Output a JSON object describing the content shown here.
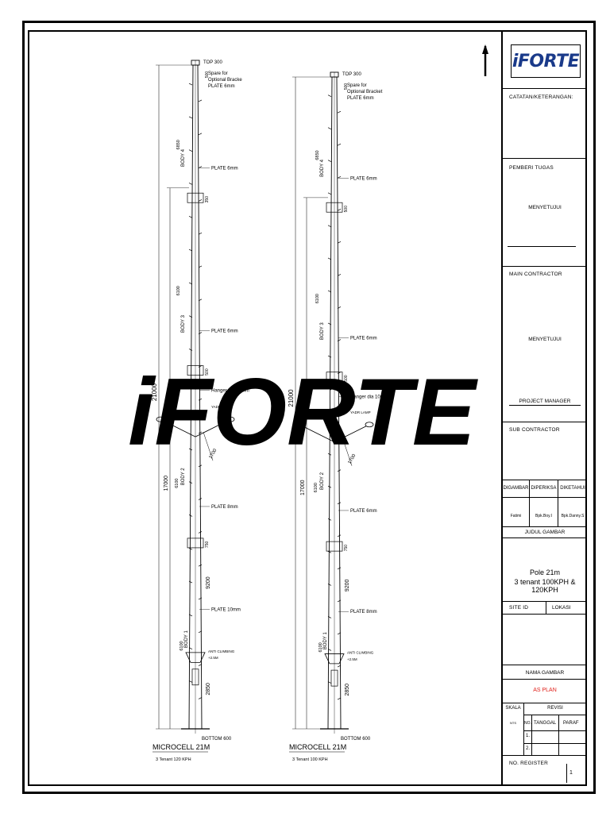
{
  "brand": "iFORTE",
  "watermark": "iFORTE",
  "title_block": {
    "notes_label": "CATATAN/KETERANGAN:",
    "assigner_label": "PEMBERI TUGAS",
    "approve1": "MENYETUJUI",
    "main_contractor_label": "MAIN CONTRACTOR",
    "approve2": "MENYETUJUI",
    "project_manager": "PROJECT MANAGER",
    "sub_contractor_label": "SUB CONTRACTOR",
    "drawn_label": "DIGAMBAR",
    "checked_label": "DIPERIKSA",
    "known_label": "DIKETAHUI",
    "drawn_by": "Fatimi",
    "checked_by": "Bpk.Boy.I",
    "known_by": "Bpk.Danny.S",
    "drawing_title_label": "JUDUL GAMBAR",
    "drawing_title_1": "Pole 21m",
    "drawing_title_2": "3 tenant 100KPH & 120KPH",
    "site_id_label": "SITE ID",
    "location_label": "LOKASI",
    "drawing_name_label": "NAMA GAMBAR",
    "drawing_name": "AS PLAN",
    "scale_label": "SKALA",
    "scale_value": "NTS",
    "revision_label": "REVISI",
    "no_label": "NO.",
    "date_label": "TANGGAL",
    "sign_label": "PARAF",
    "rev_1": "1.",
    "rev_2": "2.",
    "register_label": "NO. REGISTER",
    "sheet_no": "1"
  },
  "poles": [
    {
      "name": "MICROCELL 21M",
      "subtitle": "3 Tenant 120 KPH",
      "top": "TOP 300",
      "spare_1": "Spare for",
      "spare_2": "Optional Bracke",
      "spare_3": "PLATE 6mm",
      "plate_a": "PLATE 6mm",
      "plate_b": "PLATE 6mm",
      "hanger": "Hanger dia 10mm",
      "lamp": "YADR LAMP",
      "plate_c": "PLATE 8mm",
      "plate_d": "PLATE 10mm",
      "anti_1": "ANTI CLIMBING",
      "anti_2": "+2.5M",
      "bottom": "BOTTOM 600",
      "total": "21000",
      "h17": "17000",
      "b4": "6850",
      "b3": "6100",
      "b2": "6100",
      "b1": "6100",
      "h9200": "9200",
      "h2850": "2850",
      "j500a": "500",
      "j350": "350",
      "j500b": "500",
      "j750": "750",
      "arm": "1700",
      "body4": "BODY 4",
      "body3": "BODY 3",
      "body2": "BODY 2",
      "body1": "BODY 1"
    },
    {
      "name": "MICROCELL 21M",
      "subtitle": "3 Tenant 100 KPH",
      "top": "TOP 300",
      "spare_1": "Spare for",
      "spare_2": "Optional Bracket",
      "spare_3": "PLATE 6mm",
      "plate_a": "PLATE 6mm",
      "plate_b": "PLATE 6mm",
      "hanger": "Hanger dia 10mm",
      "lamp": "YADR LAMP",
      "plate_c": "PLATE 6mm",
      "plate_d": "PLATE 8mm",
      "anti_1": "ANTI CLIMBING",
      "anti_2": "+2.5M",
      "bottom": "BOTTOM 600",
      "total": "21000",
      "h17": "17000",
      "b4": "6850",
      "b3": "6100",
      "b2": "6100",
      "b1": "6100",
      "h9200": "9200",
      "h2850": "2850",
      "j500a": "500",
      "j350": "500",
      "j500b": "500",
      "j750": "750",
      "arm": "1700",
      "body4": "BODY 4",
      "body3": "BODY 3",
      "body2": "BODY 2",
      "body1": "BODY 1"
    }
  ]
}
